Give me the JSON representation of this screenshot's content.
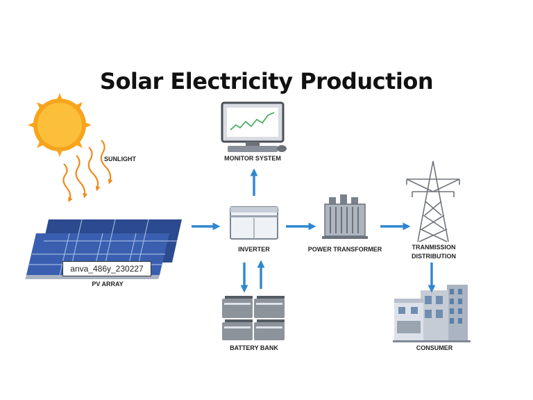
{
  "title": "Solar Electricity Production",
  "labels": {
    "sunlight": "SUNLIGHT",
    "monitor": "MONITOR SYSTEM",
    "inverter": "INVERTER",
    "power_transformer": "POWER TRANSFORMER",
    "transmission_line1": "TRANMISSION",
    "transmission_line2": "DISTRIBUTION",
    "pv_array": "PV ARRAY",
    "battery": "BATTERY BANK",
    "consumer": "CONSUMER"
  },
  "watermark": "anva_486y_230227",
  "colors": {
    "arrow": "#2f86cf",
    "sun": "#f7a41d",
    "ray": "#f08a1c",
    "panel": "#2b4a8f"
  },
  "icons": [
    "sun-icon",
    "monitor-icon",
    "solar-panel-icon",
    "inverter-icon",
    "transformer-icon",
    "transmission-tower-icon",
    "battery-icon",
    "building-icon"
  ]
}
